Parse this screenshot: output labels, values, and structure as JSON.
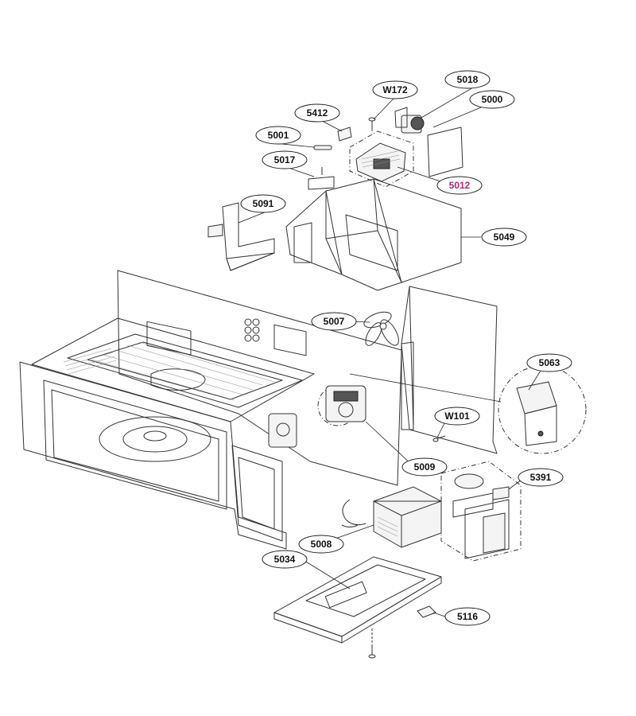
{
  "labels": {
    "w172": "W172",
    "p5018": "5018",
    "p5000": "5000",
    "p5412": "5412",
    "p5001": "5001",
    "p5017": "5017",
    "p5012": "5012",
    "p5091": "5091",
    "p5049": "5049",
    "p5007": "5007",
    "p5063": "5063",
    "w101": "W101",
    "p5009": "5009",
    "p5391": "5391",
    "p5008": "5008",
    "p5034": "5034",
    "p5116": "5116"
  },
  "colors": {
    "line": "#333333",
    "highlight_label": "#b0297a",
    "background": "#ffffff"
  }
}
